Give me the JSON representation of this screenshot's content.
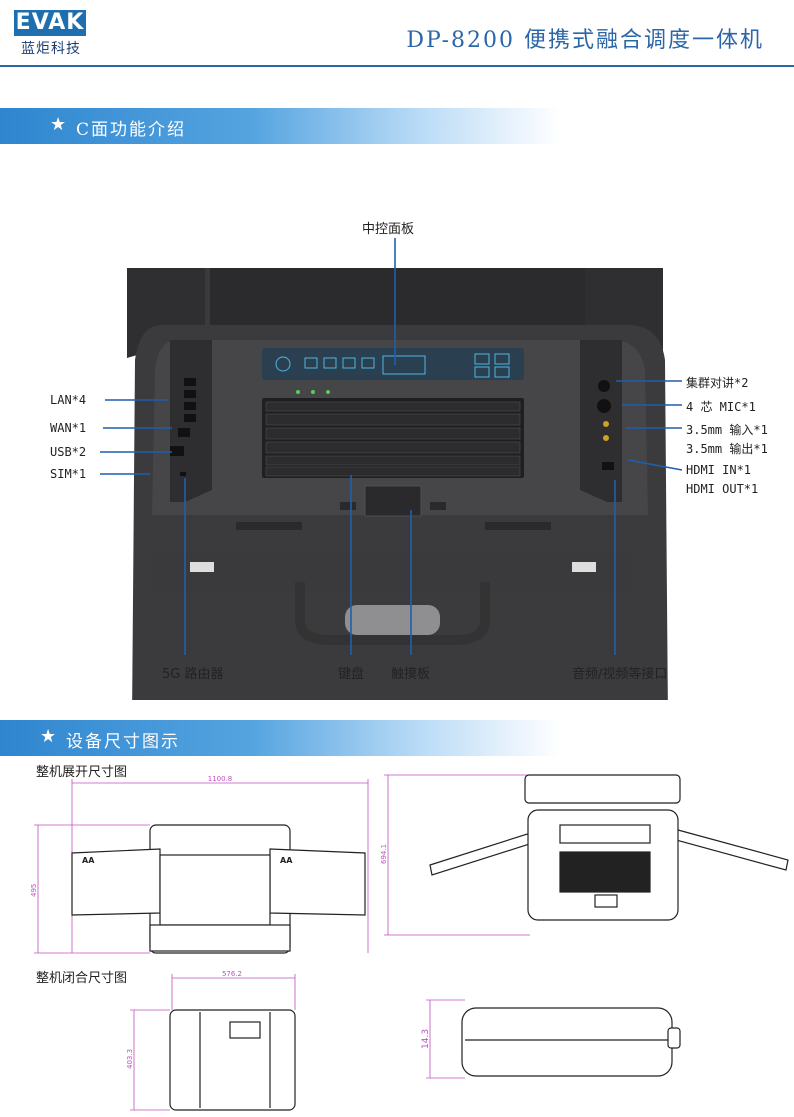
{
  "header": {
    "logo": "EVAK",
    "logo_sub": "蓝炬科技",
    "title": "DP-8200 便携式融合调度一体机"
  },
  "section1": {
    "title": "C面功能介绍"
  },
  "callouts": {
    "center_panel": "中控面板",
    "lan": "LAN*4",
    "wan": "WAN*1",
    "usb": "USB*2",
    "sim": "SIM*1",
    "cluster_talk": "集群对讲*2",
    "mic": "4 芯 MIC*1",
    "audio_in": "3.5mm 输入*1",
    "audio_out": "3.5mm 输出*1",
    "hdmi_in": "HDMI IN*1",
    "hdmi_out": "HDMI OUT*1",
    "router": "5G 路由器",
    "keyboard": "键盘",
    "touchpad": "触摸板",
    "av_ports": "音频/视频等接口"
  },
  "section2": {
    "title": "设备尺寸图示"
  },
  "dims": {
    "open_caption": "整机展开尺寸图",
    "closed_caption": "整机闭合尺寸图",
    "open_width": "1100.8",
    "open_height": "495",
    "side_height": "694.1",
    "closed_width": "576.2",
    "closed_depth": "403.3",
    "closed_height": "14.3",
    "screen_mark": "AA"
  }
}
